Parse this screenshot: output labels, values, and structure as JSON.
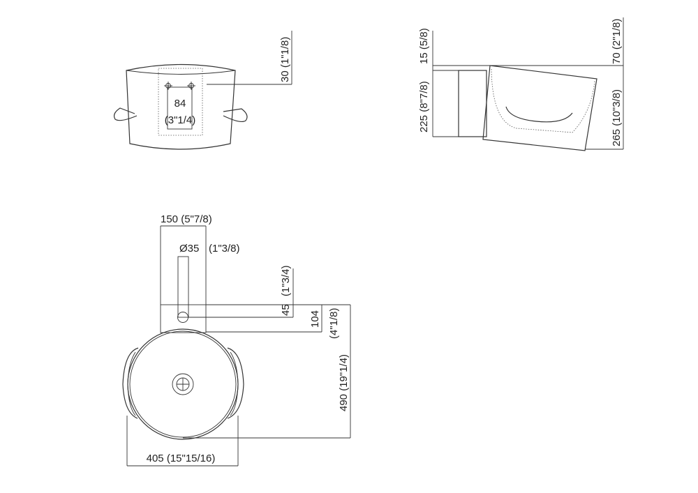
{
  "front_view": {
    "tap_holes_spacing": "84",
    "tap_holes_spacing_in": "(3\"1/4)",
    "rim_height": "30 (1\"1/8)"
  },
  "side_view": {
    "rim_thickness": "15 (5/8)",
    "total_height": "70 (2\"1/8)",
    "wall_height": "225 (8\"7/8)",
    "basin_height": "265 (10\"3/8)"
  },
  "plan_view": {
    "tap_deck_width": "150 (5\"7/8)",
    "hole_diameter": "Ø35",
    "hole_diameter_in": "(1\"3/8)",
    "hole_offset": "45",
    "hole_offset_in": "(1\"3/4)",
    "deck_depth": "104",
    "deck_depth_in": "(4\"1/8)",
    "total_depth": "490 (19\"1/4)",
    "basin_width": "405 (15\"15/16)"
  }
}
